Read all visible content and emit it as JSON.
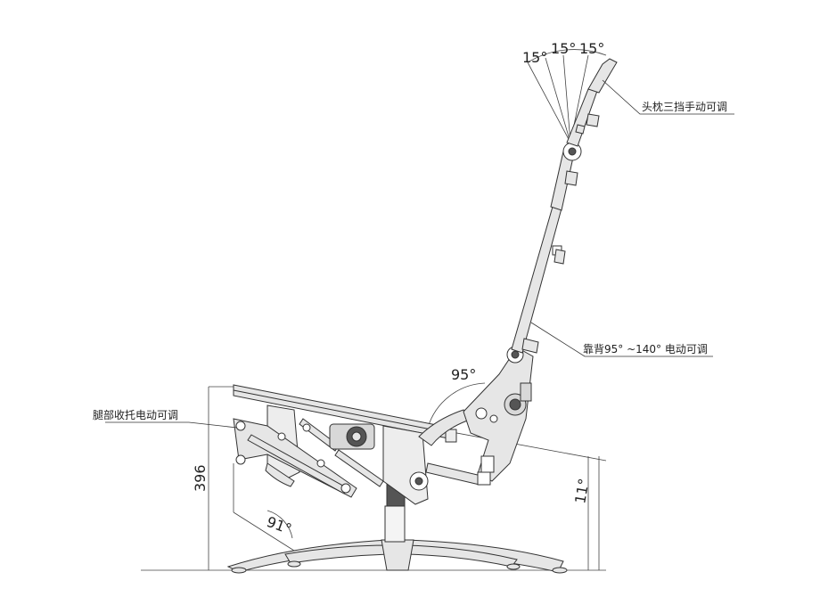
{
  "angles": {
    "head_step_1": "15°",
    "head_step_2": "15°",
    "head_step_3": "15°",
    "backrest": "95°",
    "leg": "91°",
    "seat_tilt": "11°"
  },
  "dimensions": {
    "seat_height": "396"
  },
  "callouts": {
    "headrest": "头枕三挡手动可调",
    "backrest": "靠背95° ~140° 电动可调",
    "legrest": "腿部收托电动可调"
  },
  "colors": {
    "line": "#333333",
    "metal_fill": "#e6e6e6",
    "dark_part": "#555555"
  }
}
